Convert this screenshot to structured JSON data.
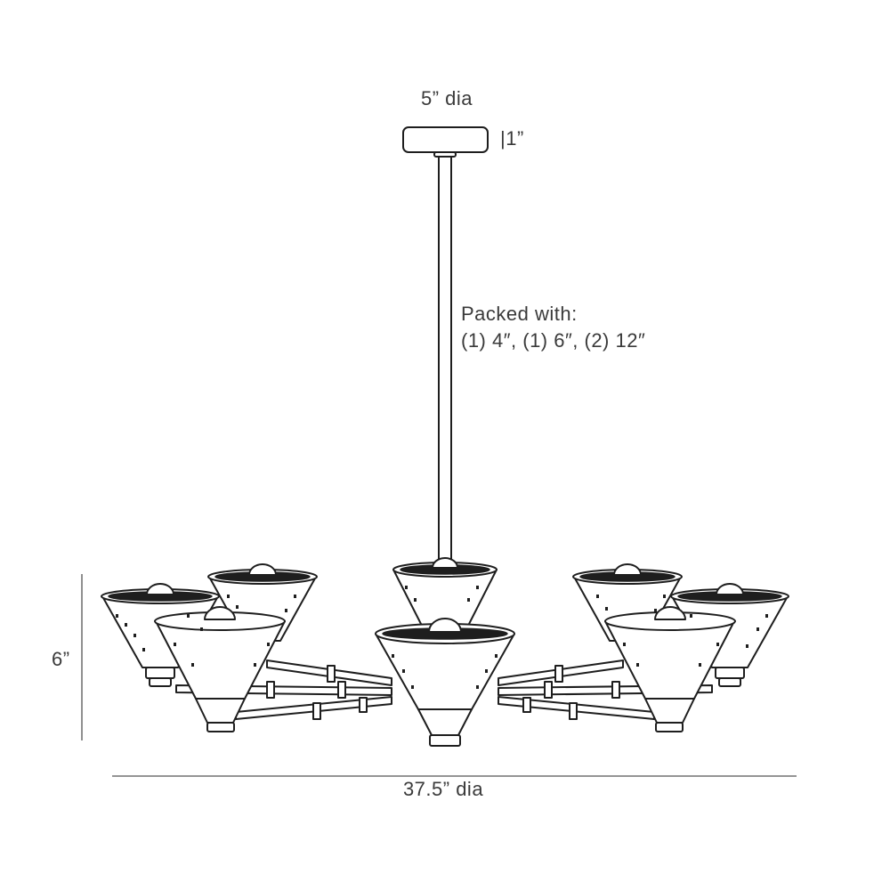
{
  "dimensions": {
    "canopy_diameter": "5” dia",
    "canopy_height": "|1”",
    "packed_with_title": "Packed with:",
    "packed_with_rods": "(1) 4″, (1) 6″, (2) 12″",
    "fixture_height": "6”",
    "fixture_diameter": "37.5” dia"
  }
}
